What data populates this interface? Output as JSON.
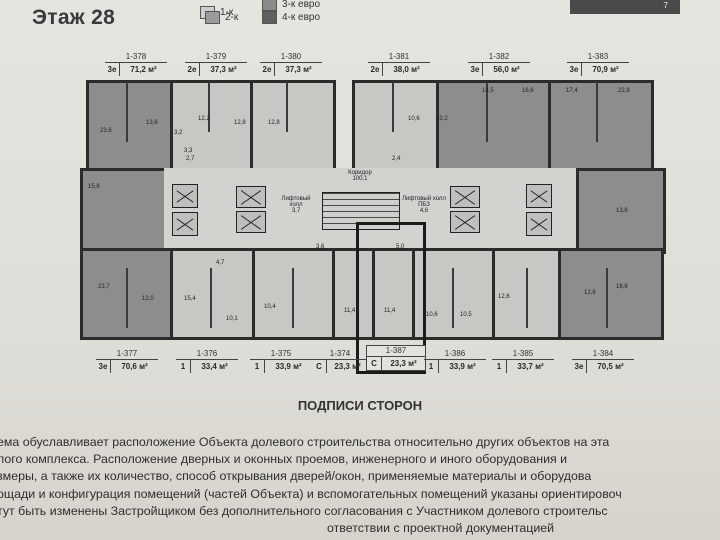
{
  "floor_title": "Этаж 28",
  "legend": [
    {
      "label": "1-к",
      "color": "#cfcfcf"
    },
    {
      "label": "2-к",
      "color": "#9b9b9b"
    },
    {
      "label": "3-к евро",
      "color": "#8a8a8a"
    },
    {
      "label": "4-к евро",
      "color": "#5f5f5f"
    }
  ],
  "corner_number": "7",
  "units_top": [
    {
      "number": "1-378",
      "type": "3е",
      "area": "71,2 м²"
    },
    {
      "number": "1-379",
      "type": "2е",
      "area": "37,3 м²"
    },
    {
      "number": "1-380",
      "type": "2е",
      "area": "37,3 м²"
    },
    {
      "number": "1-381",
      "type": "2е",
      "area": "38,0 м²"
    },
    {
      "number": "1-382",
      "type": "3е",
      "area": "56,0 м²"
    },
    {
      "number": "1-383",
      "type": "3е",
      "area": "70,9 м²"
    }
  ],
  "units_bottom": [
    {
      "number": "1-377",
      "type": "3е",
      "area": "70,6 м²"
    },
    {
      "number": "1-376",
      "type": "1",
      "area": "33,4 м²"
    },
    {
      "number": "1-375",
      "type": "1",
      "area": "33,9 м²"
    },
    {
      "number": "1-374",
      "type": "С",
      "area": "23,3 м²"
    },
    {
      "number": "1-387",
      "type": "С",
      "area": "23,3 м²"
    },
    {
      "number": "1-386",
      "type": "1",
      "area": "33,9 м²"
    },
    {
      "number": "1-385",
      "type": "1",
      "area": "33,7 м²"
    },
    {
      "number": "1-384",
      "type": "3е",
      "area": "70,5 м²"
    }
  ],
  "plan_labels": {
    "corridor": "Коридор",
    "corridor_area": "100,1",
    "lift_hall_left": "Лифтовый холл",
    "lift_hall_left_area": "3,7",
    "lift_hall_right": "Лифтовый холл ПБЗ",
    "lift_hall_right_area": "4,6",
    "rooms": [
      "23,6",
      "13,6",
      "12,2",
      "12,8",
      "12,8",
      "10,6",
      "12,2",
      "14,5",
      "16,6",
      "17,4",
      "22,8",
      "15,8",
      "13,6",
      "15,4",
      "16,6",
      "12,6",
      "23,7",
      "12,0",
      "10,1",
      "10,4",
      "11,4",
      "11,4",
      "10,6",
      "10,5",
      "12,6",
      "3,2",
      "4,7",
      "3,3",
      "3,6",
      "5,0",
      "2,7",
      "2,4"
    ]
  },
  "signatures_title": "ПОДПИСИ СТОРОН",
  "paragraph_lines": [
    "ема обуславливает расположение Объекта долевого строительства относительно других объектов на эта",
    "лого комплекса. Расположение дверных и оконных проемов, инженерного и иного оборудования и",
    "змеры, а также их количество, способ открывания дверей/окон, применяемые материалы и оборудова",
    "ощади и конфигурация помещений (частей Объекта) и вспомогательных помещений указаны ориентировоч",
    "тут быть изменены Застройщиком без дополнительного согласования с Участником долевого строительс",
    "ответствии с проектной документацией"
  ]
}
